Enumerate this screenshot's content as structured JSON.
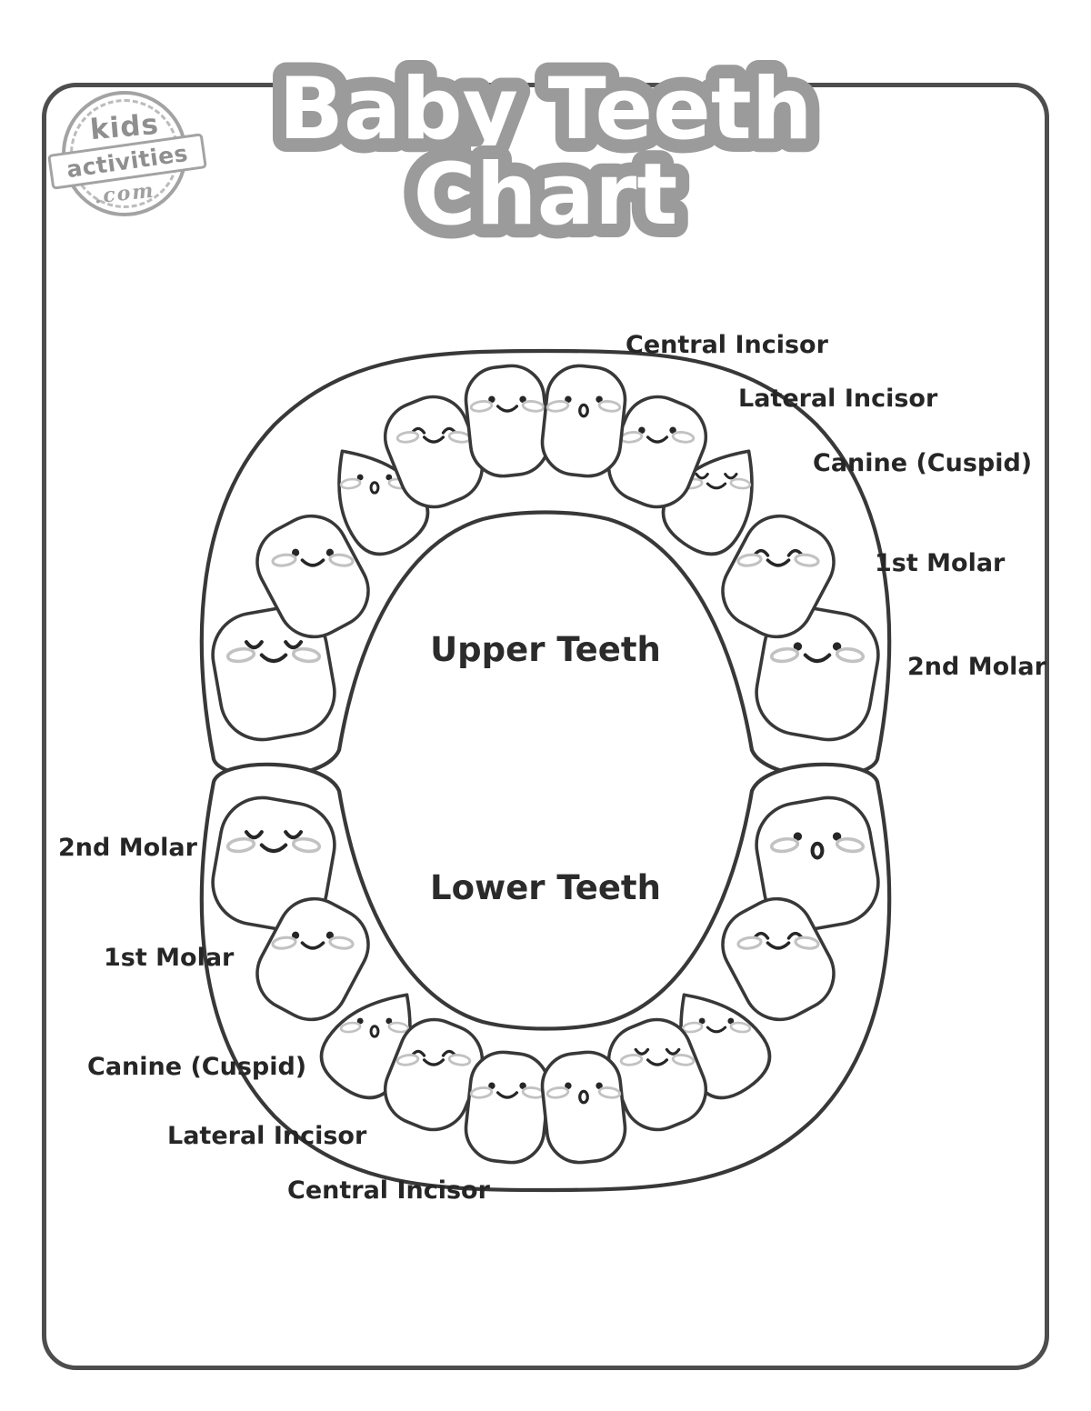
{
  "page": {
    "title_line1": "Baby Teeth",
    "title_line2": "Chart"
  },
  "logo": {
    "top": "kids",
    "banner": "activities",
    "bottom": ".com"
  },
  "colors": {
    "title_bubble": "#9b9b9b",
    "outline": "#383838",
    "border": "#4d4d4d",
    "blush": "#c2c2c2",
    "label_text": "#262626"
  },
  "upper": {
    "label": "Upper Teeth",
    "side_labels": [
      "Central Incisor",
      "Lateral Incisor",
      "Canine (Cuspid)",
      "1st Molar",
      "2nd Molar"
    ],
    "teeth": [
      {
        "name": "upper-left-2nd-molar",
        "type": "2nd-molar",
        "face": "closed-smile"
      },
      {
        "name": "upper-left-1st-molar",
        "type": "1st-molar",
        "face": "dots-smile"
      },
      {
        "name": "upper-left-canine",
        "type": "canine",
        "face": "dots-o"
      },
      {
        "name": "upper-left-lateral-incisor",
        "type": "lateral-incisor",
        "face": "arch-smile"
      },
      {
        "name": "upper-left-central-incisor",
        "type": "central-incisor",
        "face": "dots-smile"
      },
      {
        "name": "upper-right-central-incisor",
        "type": "central-incisor",
        "face": "dots-o"
      },
      {
        "name": "upper-right-lateral-incisor",
        "type": "lateral-incisor",
        "face": "dots-smile"
      },
      {
        "name": "upper-right-canine",
        "type": "canine",
        "face": "closed-smile"
      },
      {
        "name": "upper-right-1st-molar",
        "type": "1st-molar",
        "face": "arch-smile"
      },
      {
        "name": "upper-right-2nd-molar",
        "type": "2nd-molar",
        "face": "dots-smile"
      }
    ]
  },
  "lower": {
    "label": "Lower Teeth",
    "side_labels": [
      "2nd Molar",
      "1st Molar",
      "Canine (Cuspid)",
      "Lateral Incisor",
      "Central Incisor"
    ],
    "teeth": [
      {
        "name": "lower-left-2nd-molar",
        "type": "2nd-molar",
        "face": "closed-smile"
      },
      {
        "name": "lower-left-1st-molar",
        "type": "1st-molar",
        "face": "dots-smile"
      },
      {
        "name": "lower-left-canine",
        "type": "canine",
        "face": "dots-o"
      },
      {
        "name": "lower-left-lateral-incisor",
        "type": "lateral-incisor",
        "face": "arch-smile"
      },
      {
        "name": "lower-left-central-incisor",
        "type": "central-incisor",
        "face": "dots-smile"
      },
      {
        "name": "lower-right-central-incisor",
        "type": "central-incisor",
        "face": "dots-o"
      },
      {
        "name": "lower-right-lateral-incisor",
        "type": "lateral-incisor",
        "face": "closed-smile"
      },
      {
        "name": "lower-right-canine",
        "type": "canine",
        "face": "dots-smile"
      },
      {
        "name": "lower-right-1st-molar",
        "type": "1st-molar",
        "face": "arch-smile"
      },
      {
        "name": "lower-right-2nd-molar",
        "type": "2nd-molar",
        "face": "dots-o"
      }
    ]
  }
}
